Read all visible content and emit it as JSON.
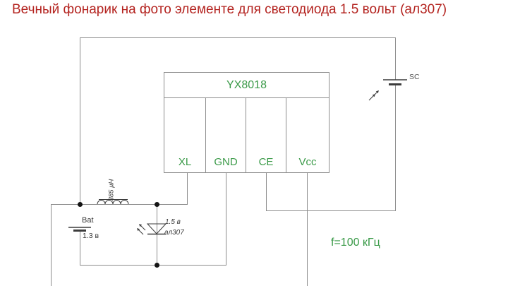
{
  "title": "Вечный фонарик на фото элементе для светодиода 1.5 вольт (ал307)",
  "chip": {
    "name": "YX8018",
    "pins": [
      {
        "label": "XL"
      },
      {
        "label": "GND"
      },
      {
        "label": "CE"
      },
      {
        "label": "Vcc"
      }
    ]
  },
  "inductor": {
    "value": "385 µH"
  },
  "battery": {
    "name": "Bat",
    "voltage": "1.3 в"
  },
  "led": {
    "voltage": "1.5 в",
    "model": "ал307"
  },
  "solar_cell": {
    "label": "SC"
  },
  "frequency_note": "f=100 кГц",
  "colors": {
    "title": "#b42420",
    "label_green": "#3a9a48",
    "wire": "#8c8c8c",
    "symbol": "#3c3c3c",
    "component_text": "#383838",
    "background": "#ffffff"
  }
}
